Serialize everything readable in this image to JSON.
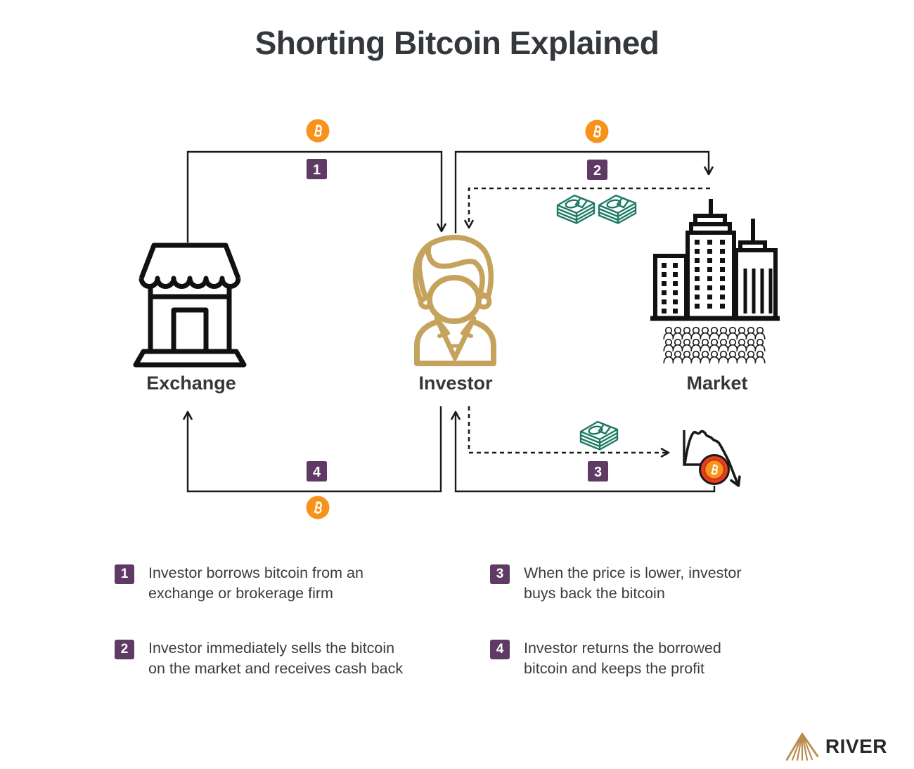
{
  "title": "Shorting Bitcoin Explained",
  "diagram": {
    "nodes": [
      {
        "label": "Exchange"
      },
      {
        "label": "Investor"
      },
      {
        "label": "Market"
      }
    ],
    "steps": [
      {
        "number": "1"
      },
      {
        "number": "2"
      },
      {
        "number": "3"
      },
      {
        "number": "4"
      }
    ]
  },
  "legend": {
    "items": [
      {
        "number": "1",
        "text": "Investor borrows bitcoin from an\nexchange or brokerage firm"
      },
      {
        "number": "2",
        "text": "Investor immediately sells the bitcoin\non the market and receives cash back"
      },
      {
        "number": "3",
        "text": "When the price is lower, investor\nbuys back the bitcoin"
      },
      {
        "number": "4",
        "text": "Investor returns the borrowed\nbitcoin and keeps the profit"
      }
    ]
  },
  "footer": {
    "brand": "RIVER"
  },
  "colors": {
    "bitcoin_orange": "#F7931A",
    "badge_purple": "#5E3A64",
    "cash_teal": "#1D7A64",
    "investor_gold": "#C6A35D",
    "coin_ring_red": "#D7301F",
    "line_black": "#1A1A1A",
    "text_dark": "#34383D",
    "brand_gold": "#B98D4F"
  }
}
